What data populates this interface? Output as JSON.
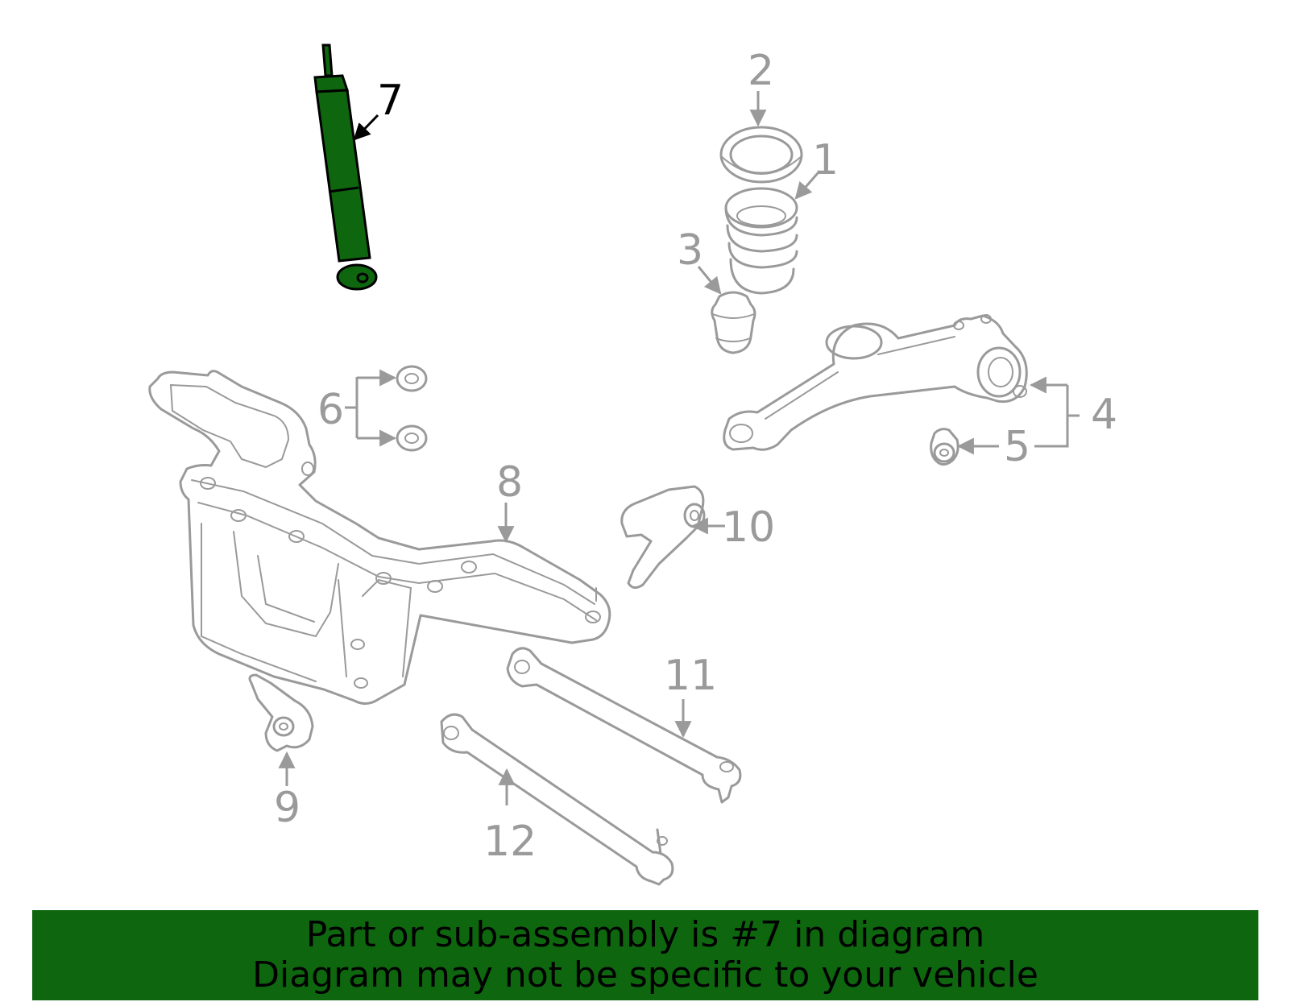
{
  "diagram": {
    "highlighted_part": "7",
    "highlight_color": "#0e670e",
    "callouts": {
      "c1": "1",
      "c2": "2",
      "c3": "3",
      "c4": "4",
      "c5": "5",
      "c6": "6",
      "c7": "7",
      "c8": "8",
      "c9": "9",
      "c10": "10",
      "c11": "11",
      "c12": "12"
    }
  },
  "banner": {
    "line1": "Part or sub-assembly is #7 in diagram",
    "line2": "Diagram may not be specific to your vehicle",
    "background": "#0e670e"
  }
}
